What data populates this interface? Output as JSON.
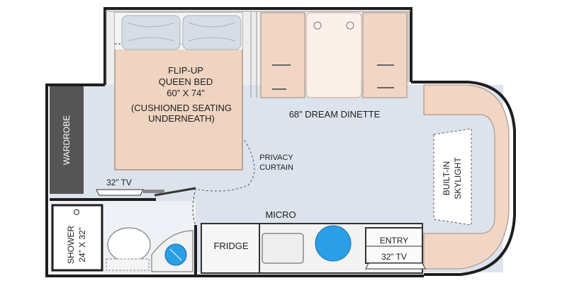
{
  "floorplan": {
    "bed": {
      "line1": "FLIP-UP",
      "line2": "QUEEN BED",
      "line3": "60” X 74”",
      "line4": "(CUSHIONED SEATING",
      "line5": "UNDERNEATH)"
    },
    "dinette": "68” DREAM DINETTE",
    "wardrobe": "WARDROBE",
    "privacy_curtain": {
      "line1": "PRIVACY",
      "line2": "CURTAIN"
    },
    "tv_bedroom": "32” TV",
    "skylight": {
      "line1": "BUILT-IN",
      "line2": "SKYLIGHT"
    },
    "micro": "MICRO",
    "fridge": "FRIDGE",
    "entry": "ENTRY",
    "tv_entry": "32” TV",
    "shower": {
      "line1": "SHOWER",
      "line2": "24” X 32”"
    }
  },
  "colors": {
    "floor": "#dde3ec",
    "cabinet_tan": "#f2d6c5",
    "bed_fill": "#efd4c1",
    "wall": "#222222",
    "wardrobe": "#555555",
    "basin_blue": "#2a9ee6"
  }
}
